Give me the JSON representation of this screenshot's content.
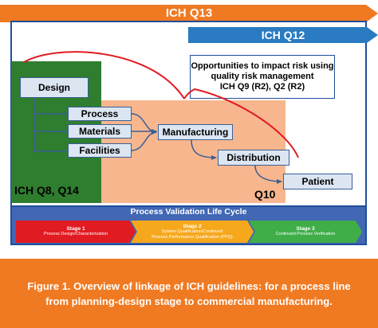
{
  "bands": {
    "q13": "ICH Q13",
    "q12": "ICH Q12"
  },
  "panels": {
    "q8_q14": "ICH Q8, Q14",
    "q10": "Q10"
  },
  "opportunities": {
    "line1": "Opportunities to impact risk using",
    "line2": "quality risk management",
    "line3": "ICH Q9 (R2), Q2 (R2)"
  },
  "nodes": {
    "design": "Design",
    "process": "Process",
    "materials": "Materials",
    "facilities": "Facilities",
    "manufacturing": "Manufacturing",
    "distribution": "Distribution",
    "patient": "Patient"
  },
  "lifecycle": {
    "title": "Process Validation Life Cycle",
    "stages": [
      {
        "label": "Stage 1",
        "lines": [
          "Process Design/Characterization"
        ],
        "color": "#e11b22"
      },
      {
        "label": "Stage 2",
        "lines": [
          "System Qualification/Continued",
          "Process Performance Qualification (PPQ)"
        ],
        "color": "#f6a81c"
      },
      {
        "label": "Stage 3",
        "lines": [
          "Continued Process Verification"
        ],
        "color": "#3fae49"
      }
    ]
  },
  "caption": {
    "line1": "Figure 1. Overview of linkage of ICH guidelines: for a process line",
    "line2": "from planning-design stage to commercial manufacturing."
  },
  "colors": {
    "orange": "#f07a22",
    "blue": "#2a7bc2",
    "green": "#2f7d2f",
    "salmon": "#f7b68e",
    "box_fill": "#dce6f2",
    "brace_red": "#e11b22"
  }
}
